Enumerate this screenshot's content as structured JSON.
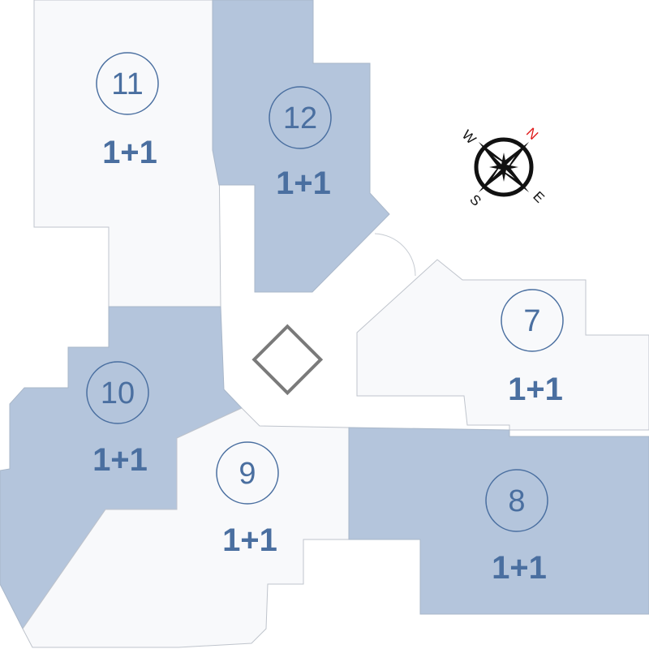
{
  "units": [
    {
      "number": "11",
      "type": "1+1",
      "tone": "light"
    },
    {
      "number": "12",
      "type": "1+1",
      "tone": "dark"
    },
    {
      "number": "10",
      "type": "1+1",
      "tone": "dark"
    },
    {
      "number": "9",
      "type": "1+1",
      "tone": "light"
    },
    {
      "number": "7",
      "type": "1+1",
      "tone": "light"
    },
    {
      "number": "8",
      "type": "1+1",
      "tone": "dark"
    }
  ],
  "compass": {
    "north": "N",
    "south": "S",
    "east": "E",
    "west": "W",
    "north_color": "#e01b1b"
  },
  "colors": {
    "unit_light": "#f8f9fb",
    "unit_dark": "#b4c5dc",
    "label": "#4a6fa0",
    "core_marker": "#7a7a7a"
  }
}
